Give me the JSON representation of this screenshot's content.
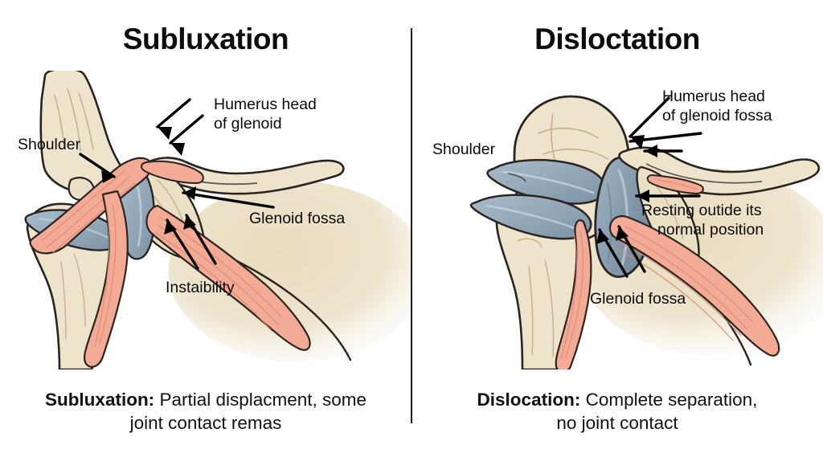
{
  "figure": {
    "title": "Shoulder Subluxation versus Dislocation",
    "background": "#ffffff",
    "divider_color": "#1c1c1c"
  },
  "palette": {
    "bone_fill": "#eee4cc",
    "bone_shadow": "#e2d4b4",
    "bone_outline": "#2a2420",
    "cartilage_fill": "#8fa4b4",
    "cartilage_shadow": "#7b91a3",
    "cartilage_highlight": "#a8bccb",
    "muscle_fill": "#f4ab95",
    "muscle_line": "#d98a73",
    "scapula_wash": "#ece0c6",
    "label_text": "#0b0b0b",
    "arrow": "#000000",
    "title_text": "#0d0d0d"
  },
  "left_panel": {
    "title": "Subluxation",
    "labels": {
      "humerus_head": {
        "line1": "Humerus head",
        "line2": "of glenoid"
      },
      "shoulder": "Shoulder",
      "glenoid_fossa": "Glenoid fossa",
      "instability": "Instaibility"
    },
    "caption": {
      "term": "Subluxation:",
      "line1": " Partial displacment, some",
      "line2": "joint contact remas"
    }
  },
  "right_panel": {
    "title": "Disloctation",
    "labels": {
      "humerus_head": {
        "line1": "Humerus head",
        "line2": "of glenoid fossa"
      },
      "shoulder": "Shoulder",
      "resting": {
        "line1": "Resting outide its",
        "line2": "normal position"
      },
      "glenoid_fossa": "Glenoid fossa"
    },
    "caption": {
      "term": "Dislocation:",
      "line1": " Complete separation,",
      "line2": "no joint contact"
    }
  }
}
